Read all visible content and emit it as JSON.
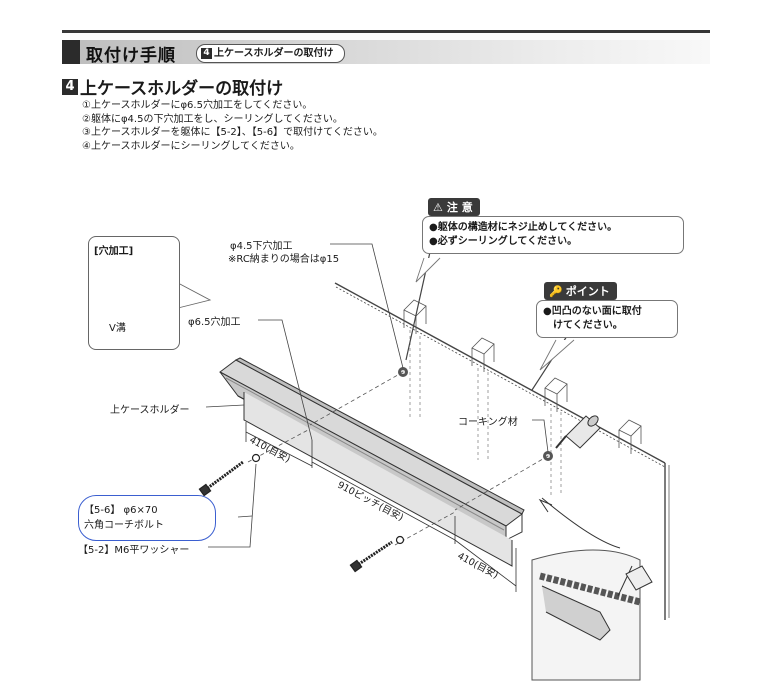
{
  "header": {
    "title": "取付け手順",
    "chip_num": "4",
    "chip_label": "上ケースホルダーの取付け"
  },
  "section": {
    "num": "4",
    "title": "上ケースホルダーの取付け"
  },
  "steps": [
    "①上ケースホルダーにφ6.5穴加工をしてください。",
    "②躯体にφ4.5の下穴加工をし、シーリングしてください。",
    "③上ケースホルダーを躯体に【5-2】、【5-6】で取付けてください。",
    "④上ケースホルダーにシーリングしてください。"
  ],
  "caution": {
    "tag": "注 意",
    "lines": [
      "●躯体の構造材にネジ止めしてください。",
      "●必ずシーリングしてください。"
    ]
  },
  "point": {
    "tag": "ポイント",
    "lines": [
      "●凹凸のない面に取付",
      "けてください。"
    ]
  },
  "detail": {
    "title": "[穴加工]",
    "v_groove": "V溝"
  },
  "labels": {
    "pilot_hole": "φ4.5下穴加工",
    "rc_note": "※RC納まりの場合はφ15",
    "hole_65": "φ6.5穴加工",
    "holder": "上ケースホルダー",
    "caulking": "コーキング材",
    "dim_left": "410(目安)",
    "dim_pitch": "910ピッチ(目安)",
    "dim_right": "410(目安)",
    "bolt_line1": "【5-6】 φ6×70",
    "bolt_line2": "六角コーチボルト",
    "washer": "【5-2】M6平ワッシャー"
  }
}
